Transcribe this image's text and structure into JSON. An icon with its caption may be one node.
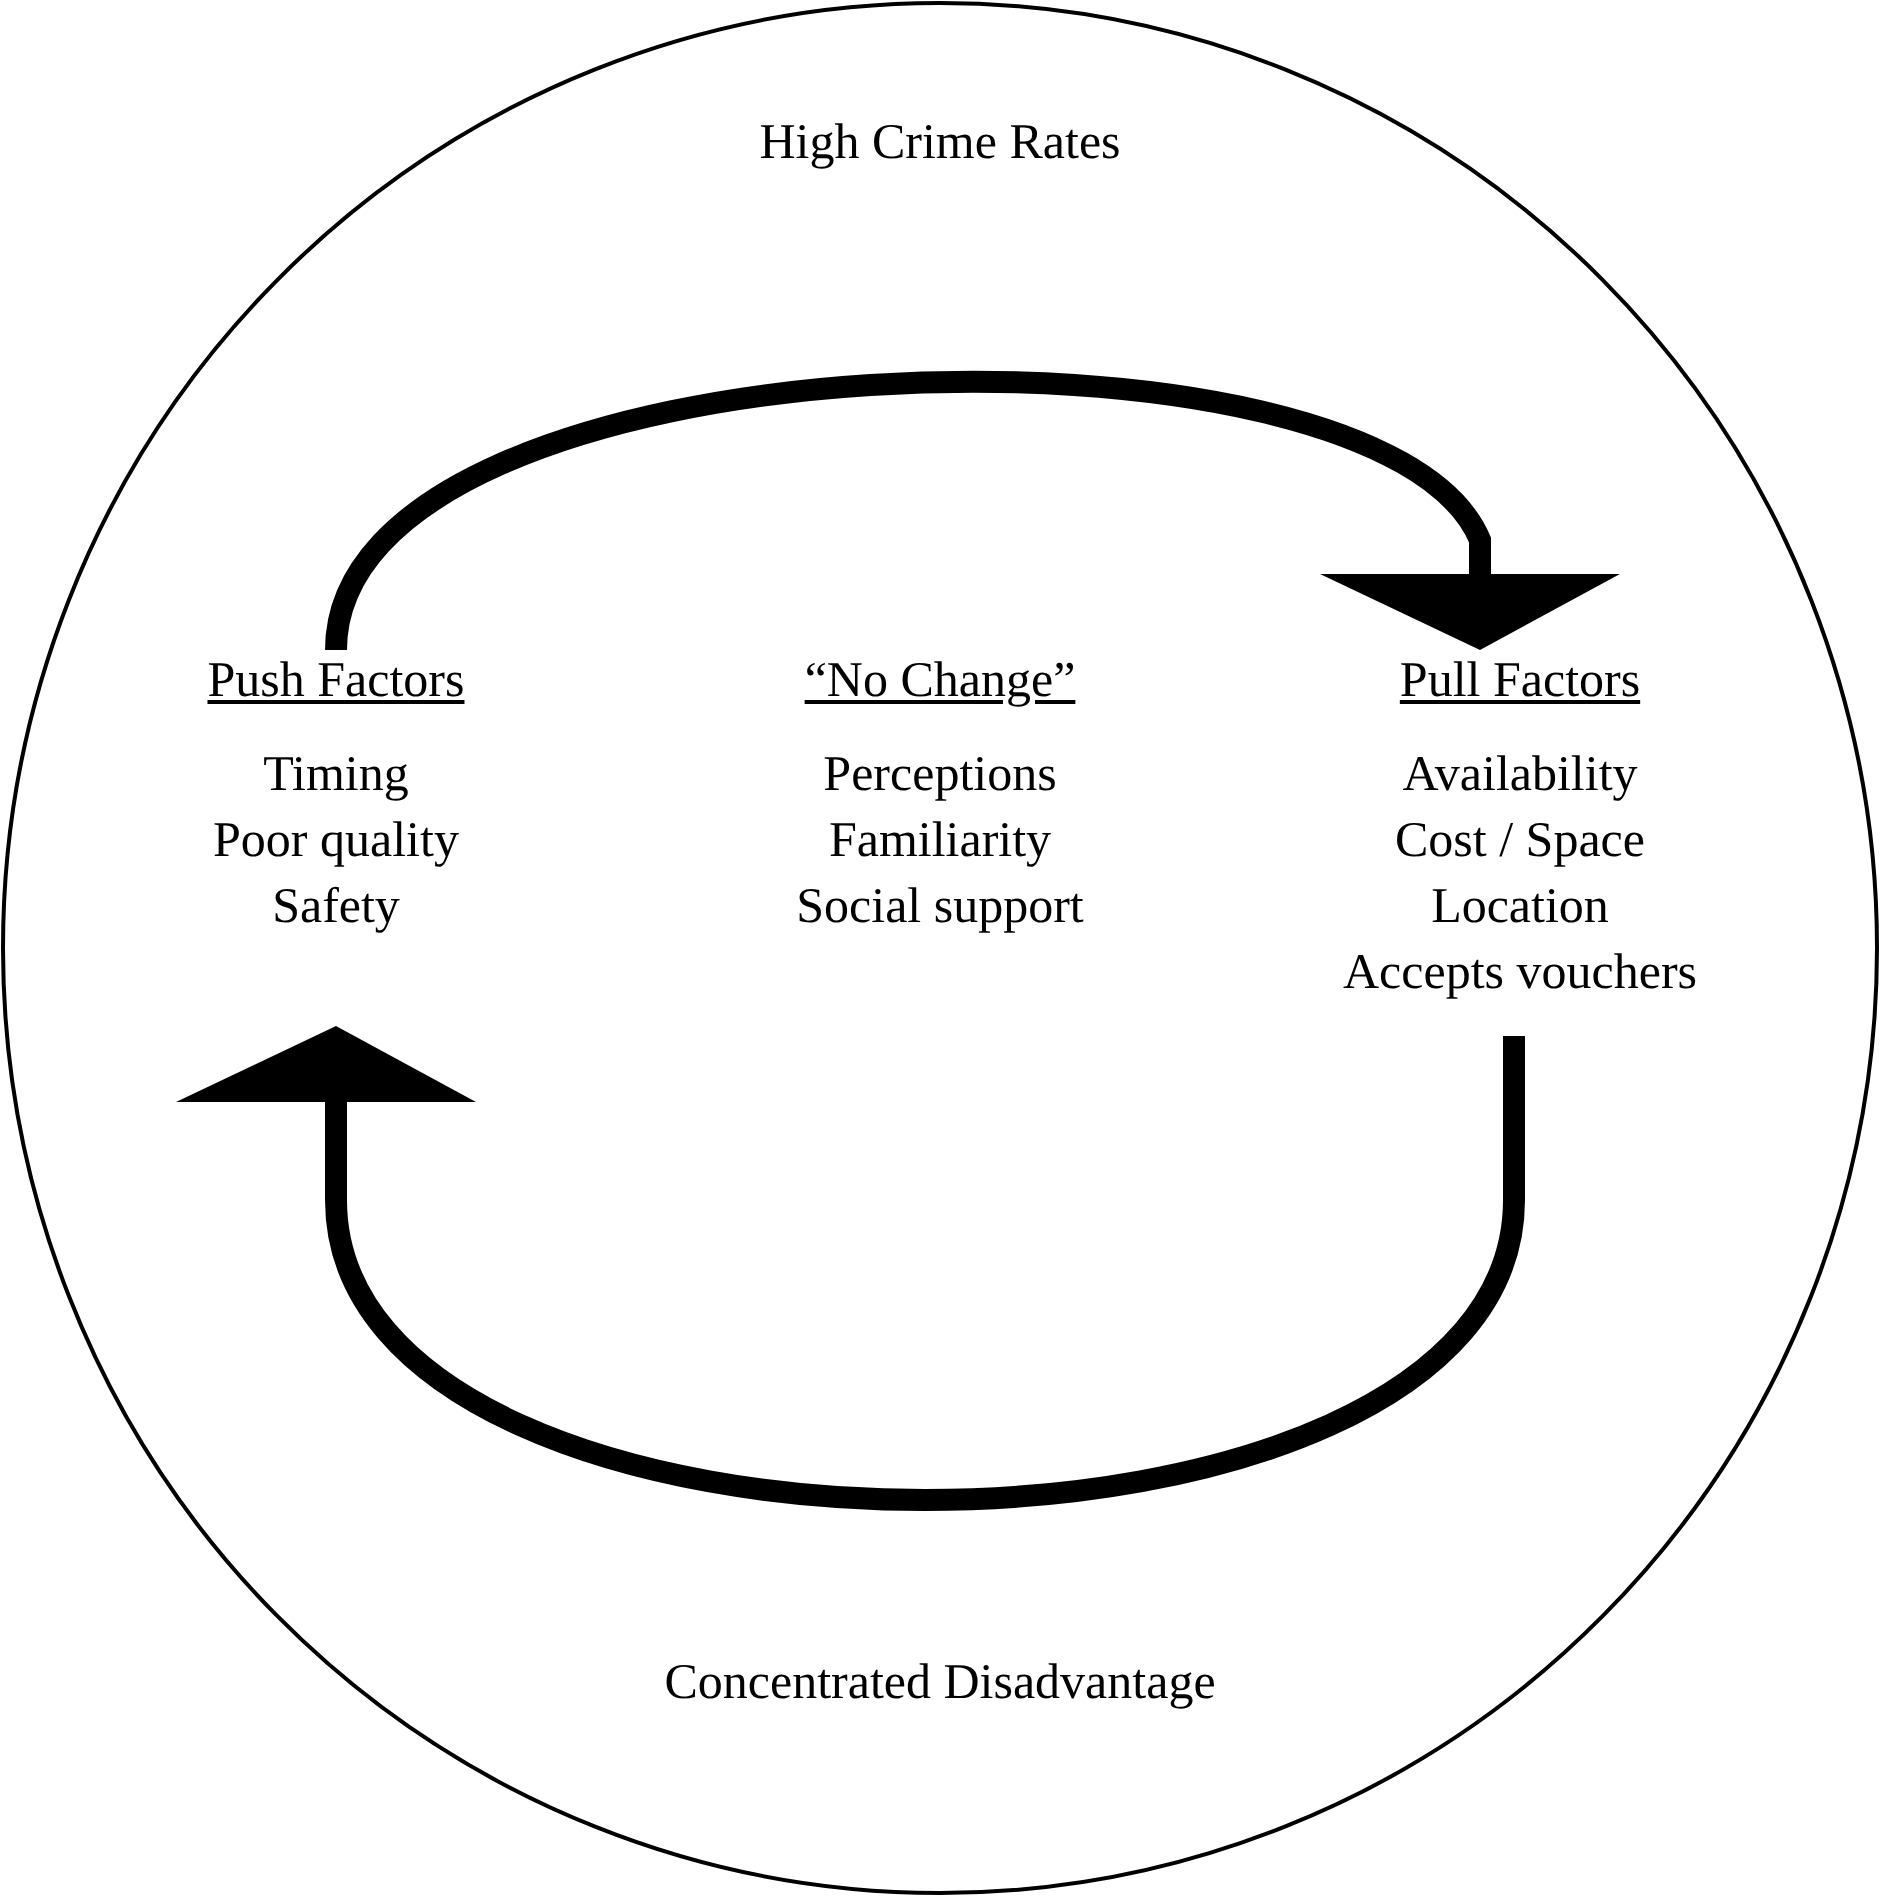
{
  "diagram": {
    "nodes": [
      {
        "text": [
          "High Crime Rates",
          "Concentrated Disadvantage"
        ]
      },
      {
        "text": [
          "Push Factors",
          "Timing",
          "Poor quality",
          "Safety"
        ],
        "in": 0
      },
      {
        "text": [
          "Pull Factors",
          "Availability",
          "Cost / Space",
          "Location",
          "Accepts vouchers"
        ],
        "in": 0
      }
    ],
    "edges": [
      {
        "from": 1,
        "to": 2,
        "arrow": "to"
      },
      {
        "from": 2,
        "to": 1,
        "arrow": "to"
      }
    ],
    "labels": [
      "“No Change”",
      "Perceptions",
      "Familiarity",
      "Social support"
    ]
  }
}
